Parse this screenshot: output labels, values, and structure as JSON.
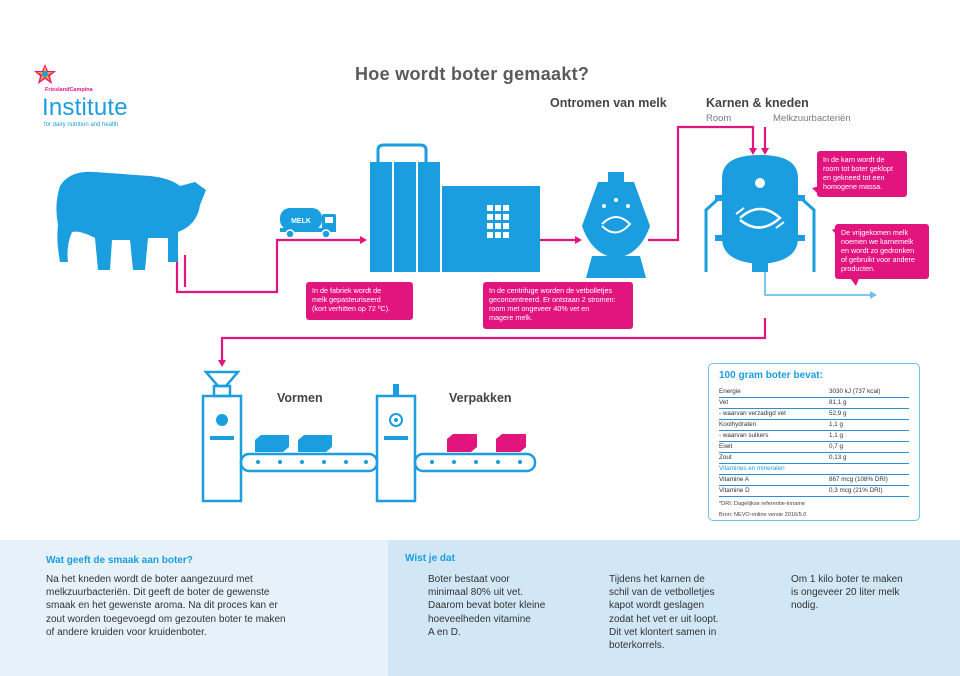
{
  "brand": {
    "small": "FrieslandCampina",
    "name": "Institute",
    "tagline": "for dairy nutrition and health"
  },
  "title": "Hoe wordt boter gemaakt?",
  "truck_label": "MELK",
  "stages": {
    "ontromen": "Ontromen van melk",
    "karnen": "Karnen & kneden",
    "room": "Room",
    "melkzuur": "Melkzuurbacteriën",
    "vormen": "Vormen",
    "verpakken": "Verpakken"
  },
  "callouts": {
    "fabriek": [
      "In de fabriek wordt de",
      "melk gepasteuriseerd",
      "(kort verhitten op 72 ºC)."
    ],
    "centrifuge": [
      "In de centrifuge worden de vetbolletjes",
      "geconcentreerd. Er ontstaan 2 stromen:",
      "room met ongeveer 40% vet en",
      "magere melk."
    ],
    "karn": [
      "In de karn wordt de",
      "room tot boter geklopt",
      "en gekneed tot een",
      "homogene massa."
    ],
    "karnemelk": [
      "De vrijgekomen melk",
      "noemen we karnemelk",
      "en wordt zo gedronken",
      "of gebruikt voor andere",
      "producten."
    ]
  },
  "nutrition": {
    "title": "100 gram boter bevat:",
    "rows": [
      {
        "label": "Energie",
        "value": "3030 kJ (737 kcal)"
      },
      {
        "label": "Vet",
        "value": "81,1 g"
      },
      {
        "label": "- waarvan verzadigd vet",
        "value": "52,9 g"
      },
      {
        "label": "Koolhydraten",
        "value": "1,1 g"
      },
      {
        "label": "- waarvan suikers",
        "value": "1,1 g"
      },
      {
        "label": "Eiwit",
        "value": "0,7 g"
      },
      {
        "label": "Zout",
        "value": "0,13 g"
      }
    ],
    "section": "Vitamines en mineralen",
    "vitamins": [
      {
        "label": "Vitamine A",
        "value": "867 mcg (108% DRI)"
      },
      {
        "label": "Vitamine D",
        "value": "0,3 mcg (21% DRI)"
      }
    ],
    "footnote1": "*DRI: Dagelijkse referentie-inname",
    "footnote2": "Bron: NEVO-online versie 2016/5.0"
  },
  "smaak": {
    "title": "Wat geeft de smaak aan boter?",
    "lines": [
      "Na het kneden wordt de boter aangezuurd met",
      "melkzuurbacteriën. Dit geeft de boter de gewenste",
      "smaak en het gewenste aroma. Na dit proces kan er",
      "zout worden toegevoegd om gezouten boter te maken",
      "of andere kruiden voor kruidenboter."
    ]
  },
  "wist": {
    "title": "Wist je dat",
    "facts": [
      [
        "Boter bestaat voor",
        "minimaal 80% uit vet.",
        "Daarom bevat boter kleine",
        "hoeveelheden vitamine",
        "A en D."
      ],
      [
        "Tijdens het karnen de",
        "schil van de vetbolletjes",
        "kapot wordt geslagen",
        "zodat het vet er uit loopt.",
        "Dit vet klontert samen in",
        "boterkorrels."
      ],
      [
        "Om 1 kilo boter te maken",
        "is ongeveer 20 liter melk",
        "nodig."
      ]
    ]
  },
  "colors": {
    "blue": "#1a9ee0",
    "pink": "#e2157f",
    "light_blue": "#6cc1ec"
  }
}
